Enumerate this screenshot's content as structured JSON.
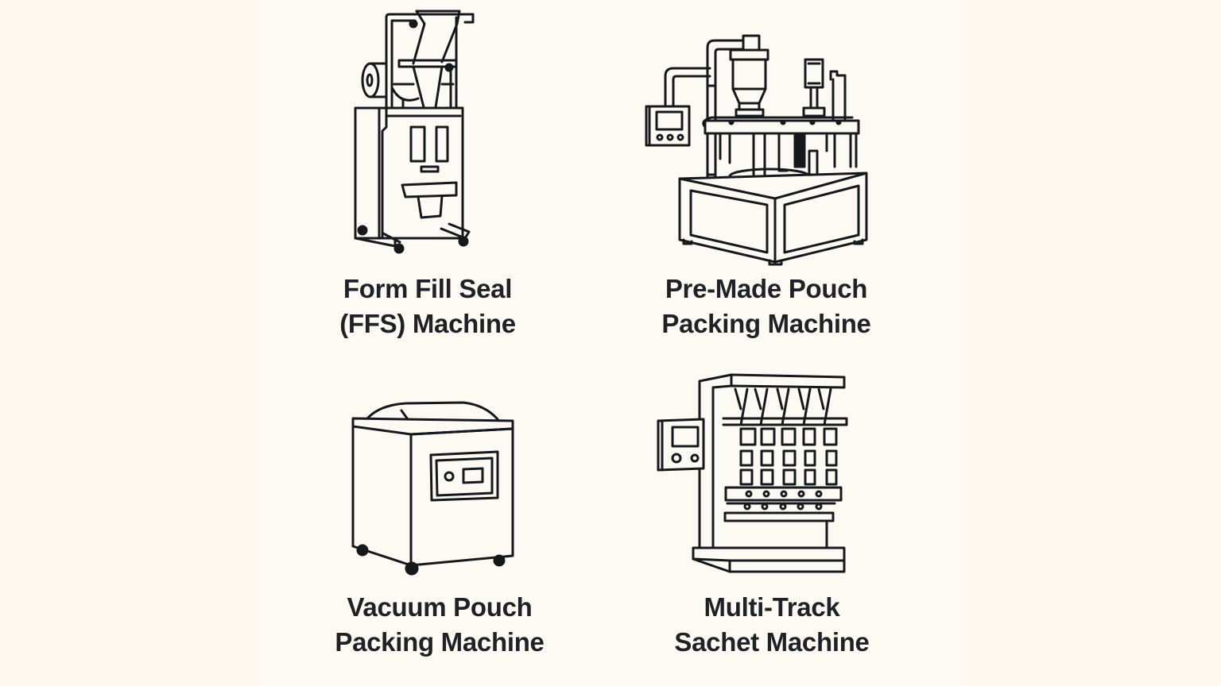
{
  "colors": {
    "background": "#fcf8f0",
    "line": "#15191d",
    "text": "#1e2226"
  },
  "machines": [
    {
      "id": "ffs",
      "icon": "vertical-form-fill-seal-machine-icon",
      "label_line1": "Form Fill Seal",
      "label_line2": "(FFS) Machine"
    },
    {
      "id": "premade",
      "icon": "rotary-premade-pouch-machine-icon",
      "label_line1": "Pre-Made Pouch",
      "label_line2": "Packing Machine"
    },
    {
      "id": "vacuum",
      "icon": "vacuum-chamber-machine-icon",
      "label_line1": "Vacuum Pouch",
      "label_line2": "Packing Machine"
    },
    {
      "id": "multitrack",
      "icon": "multi-track-sachet-machine-icon",
      "label_line1": "Multi-Track",
      "label_line2": "Sachet Machine"
    }
  ]
}
